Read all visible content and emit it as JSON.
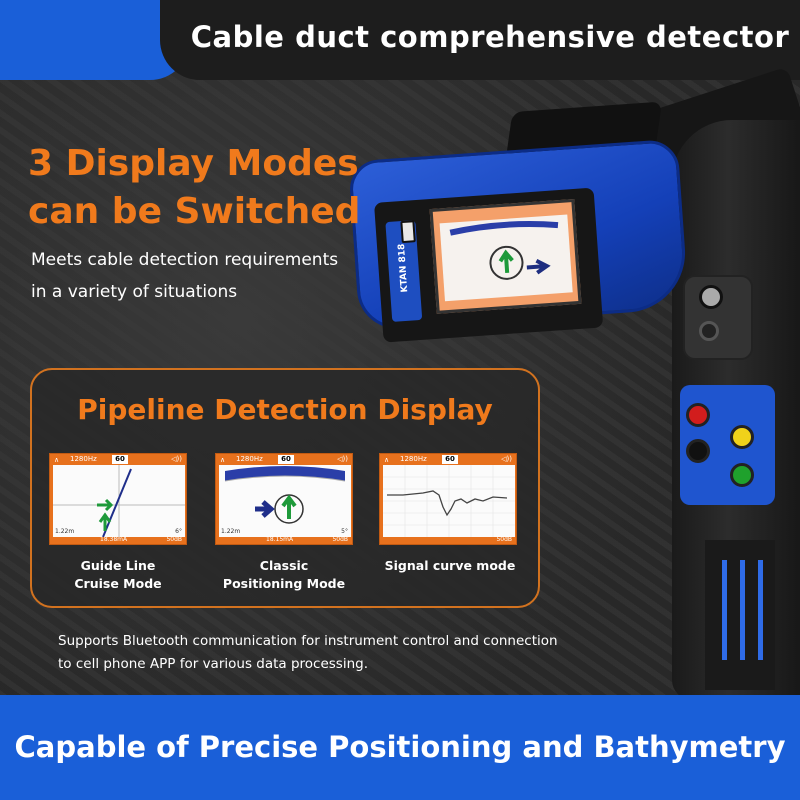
{
  "header": {
    "title": "Cable duct comprehensive detector"
  },
  "headline": {
    "line1": "3 Display Modes",
    "line2": "can be Switched"
  },
  "subline": {
    "line1": "Meets cable detection requirements",
    "line2": "in a variety of situations"
  },
  "device": {
    "brand": "KTAN 818"
  },
  "feature": {
    "title": "Pipeline Detection Display",
    "modes": [
      {
        "frequency": "1280Hz",
        "gain": "60",
        "depth": "1.22m",
        "current": "18.38mA",
        "angle": "6°",
        "db": "50dB",
        "label_line1": "Guide Line",
        "label_line2": "Cruise Mode"
      },
      {
        "frequency": "1280Hz",
        "gain": "60",
        "depth": "1.22m",
        "current": "18.15mA",
        "angle": "5°",
        "db": "50dB",
        "label_line1": "Classic",
        "label_line2": "Positioning Mode"
      },
      {
        "frequency": "1280Hz",
        "gain": "60",
        "depth": "",
        "current": "",
        "angle": "",
        "db": "50dB",
        "label_line1": "Signal curve mode",
        "label_line2": ""
      }
    ]
  },
  "note": {
    "line1": "Supports Bluetooth communication for instrument control and connection",
    "line2": "to cell phone APP for various data processing."
  },
  "footer": {
    "title": "Capable of Precise Positioning and Bathymetry"
  },
  "colors": {
    "accent_orange": "#f07a1c",
    "brand_blue": "#1a5fd8",
    "screen_orange": "#e7711d"
  },
  "icons": [
    "wave-icon",
    "speaker-icon",
    "arrow-up-icon",
    "arrow-right-icon"
  ]
}
